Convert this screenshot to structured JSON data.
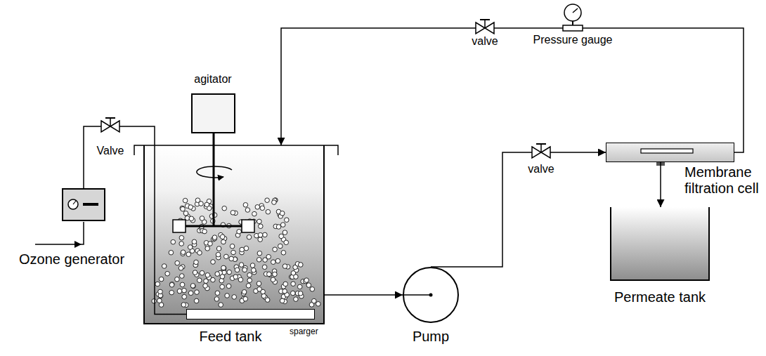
{
  "diagram": {
    "nodes": [
      {
        "text": [
          "Ozone generator"
        ]
      },
      {
        "text": [
          "agitator"
        ]
      },
      {
        "text": [
          "Feed tank"
        ]
      },
      {
        "text": [
          "sparger"
        ],
        "in": 2
      },
      {
        "text": [
          "Pump"
        ]
      },
      {
        "text": [
          "Membrane filtration cell"
        ]
      },
      {
        "text": [
          "Permeate tank"
        ]
      }
    ],
    "edges": [
      {
        "from": 0,
        "to": 3,
        "arrow": "none"
      },
      {
        "from": 2,
        "to": 4,
        "arrow": "to"
      },
      {
        "from": 4,
        "to": 5,
        "arrow": "to"
      },
      {
        "from": 5,
        "to": 2,
        "arrow": "to"
      },
      {
        "from": 5,
        "to": 6,
        "arrow": "to"
      }
    ],
    "labels": [
      "valve",
      "Pressure gauge",
      "Valve",
      "valve"
    ]
  }
}
